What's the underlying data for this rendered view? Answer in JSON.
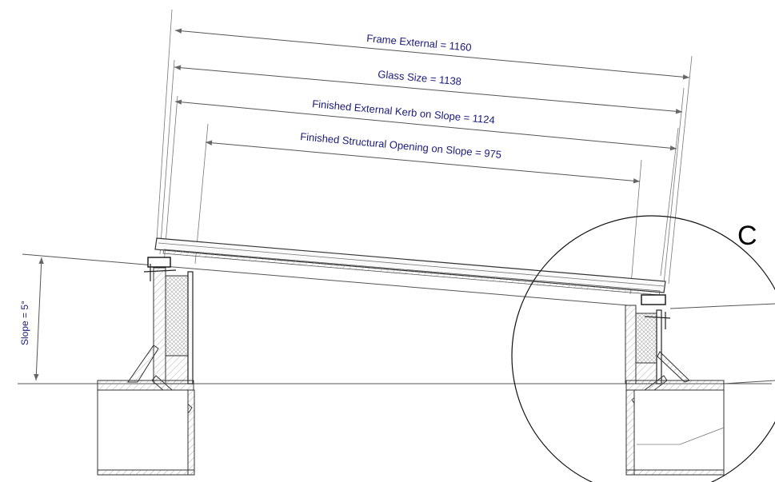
{
  "dimensions": {
    "frame_external": "Frame External = 1160",
    "glass_size": "Glass Size = 1138",
    "finished_external_kerb": "Finished External Kerb on Slope = 1124",
    "finished_structural_opening": "Finished Structural Opening on Slope = 975"
  },
  "slope_label": "Slope = 5°",
  "detail_label": "C",
  "colors": {
    "dimension_text": "#1a1a7a",
    "line": "#555555",
    "background": "#ffffff"
  }
}
